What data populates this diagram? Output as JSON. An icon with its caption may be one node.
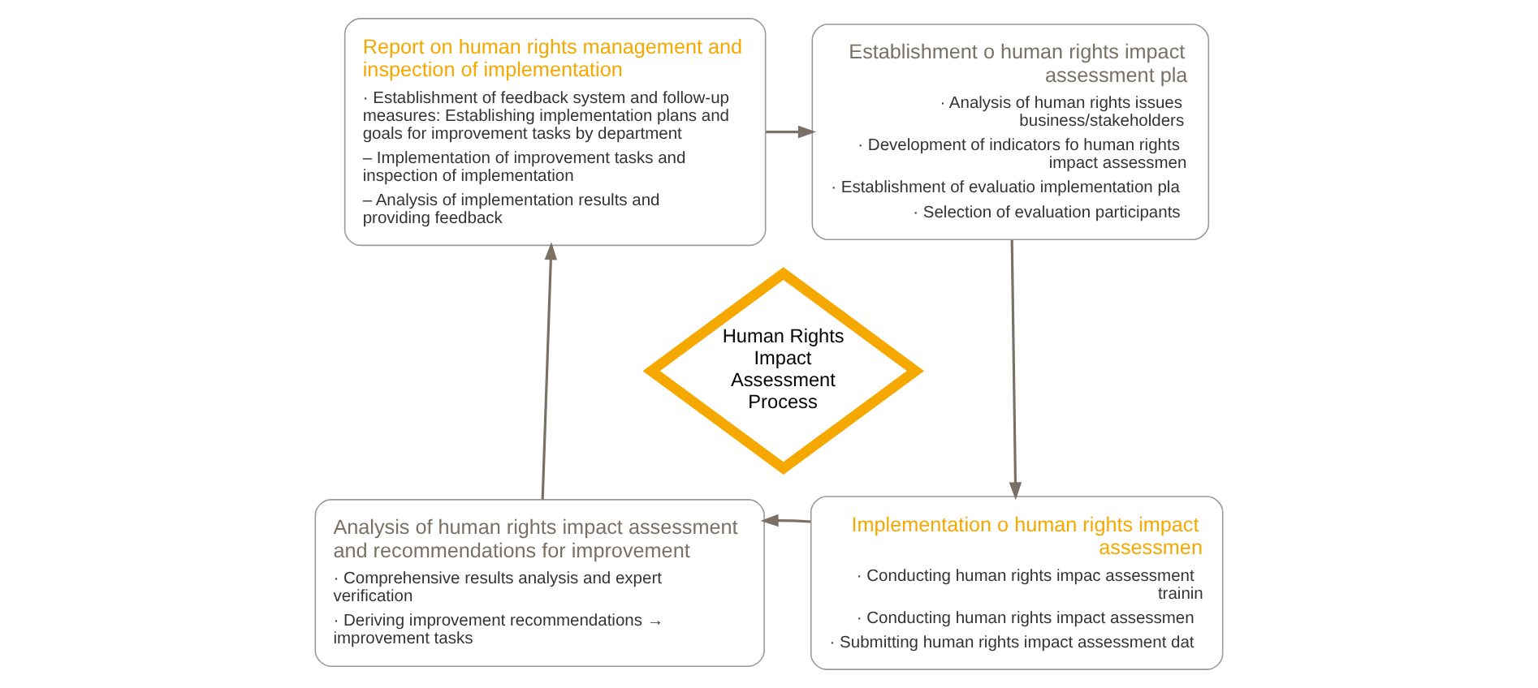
{
  "diagram": {
    "nodes": [
      {
        "text": [
          "Report on human rights management and inspection of implementation",
          "· Establishment of feedback system and follow-up measures: Establishing implementation plans and goals for improvement tasks by department",
          "– Implementation of improvement tasks and inspection of implementation",
          "– Analysis of implementation results and providing feedback"
        ]
      },
      {
        "text": [
          "Establishment o human rights impact assessment pla",
          "· Analysis of human rights issues business/stakeholders",
          "· Development of indicators fo human rights impact assessmen",
          "· Establishment of evaluatio implementation pla",
          "· Selection of evaluation participants"
        ]
      },
      {
        "text": [
          "Human Rights Impact Assessment Process"
        ]
      },
      {
        "text": [
          "Analysis of human rights impact assessment and recommendations for improvement",
          "· Comprehensive results analysis and expert verification",
          "· Deriving improvement recommendations → improvement tasks"
        ]
      },
      {
        "text": [
          "Implementation o human rights impact assessmen",
          "· Conducting human rights impac assessment trainin",
          "· Conducting human rights impact assessmen",
          "· Submitting human rights impact assessment dat"
        ]
      }
    ],
    "edges": [
      {
        "from": 0,
        "to": 1,
        "arrow": "to"
      },
      {
        "from": 1,
        "to": 4,
        "arrow": "to"
      },
      {
        "from": 4,
        "to": 3,
        "arrow": "to"
      },
      {
        "from": 3,
        "to": 0,
        "arrow": "to"
      }
    ]
  }
}
